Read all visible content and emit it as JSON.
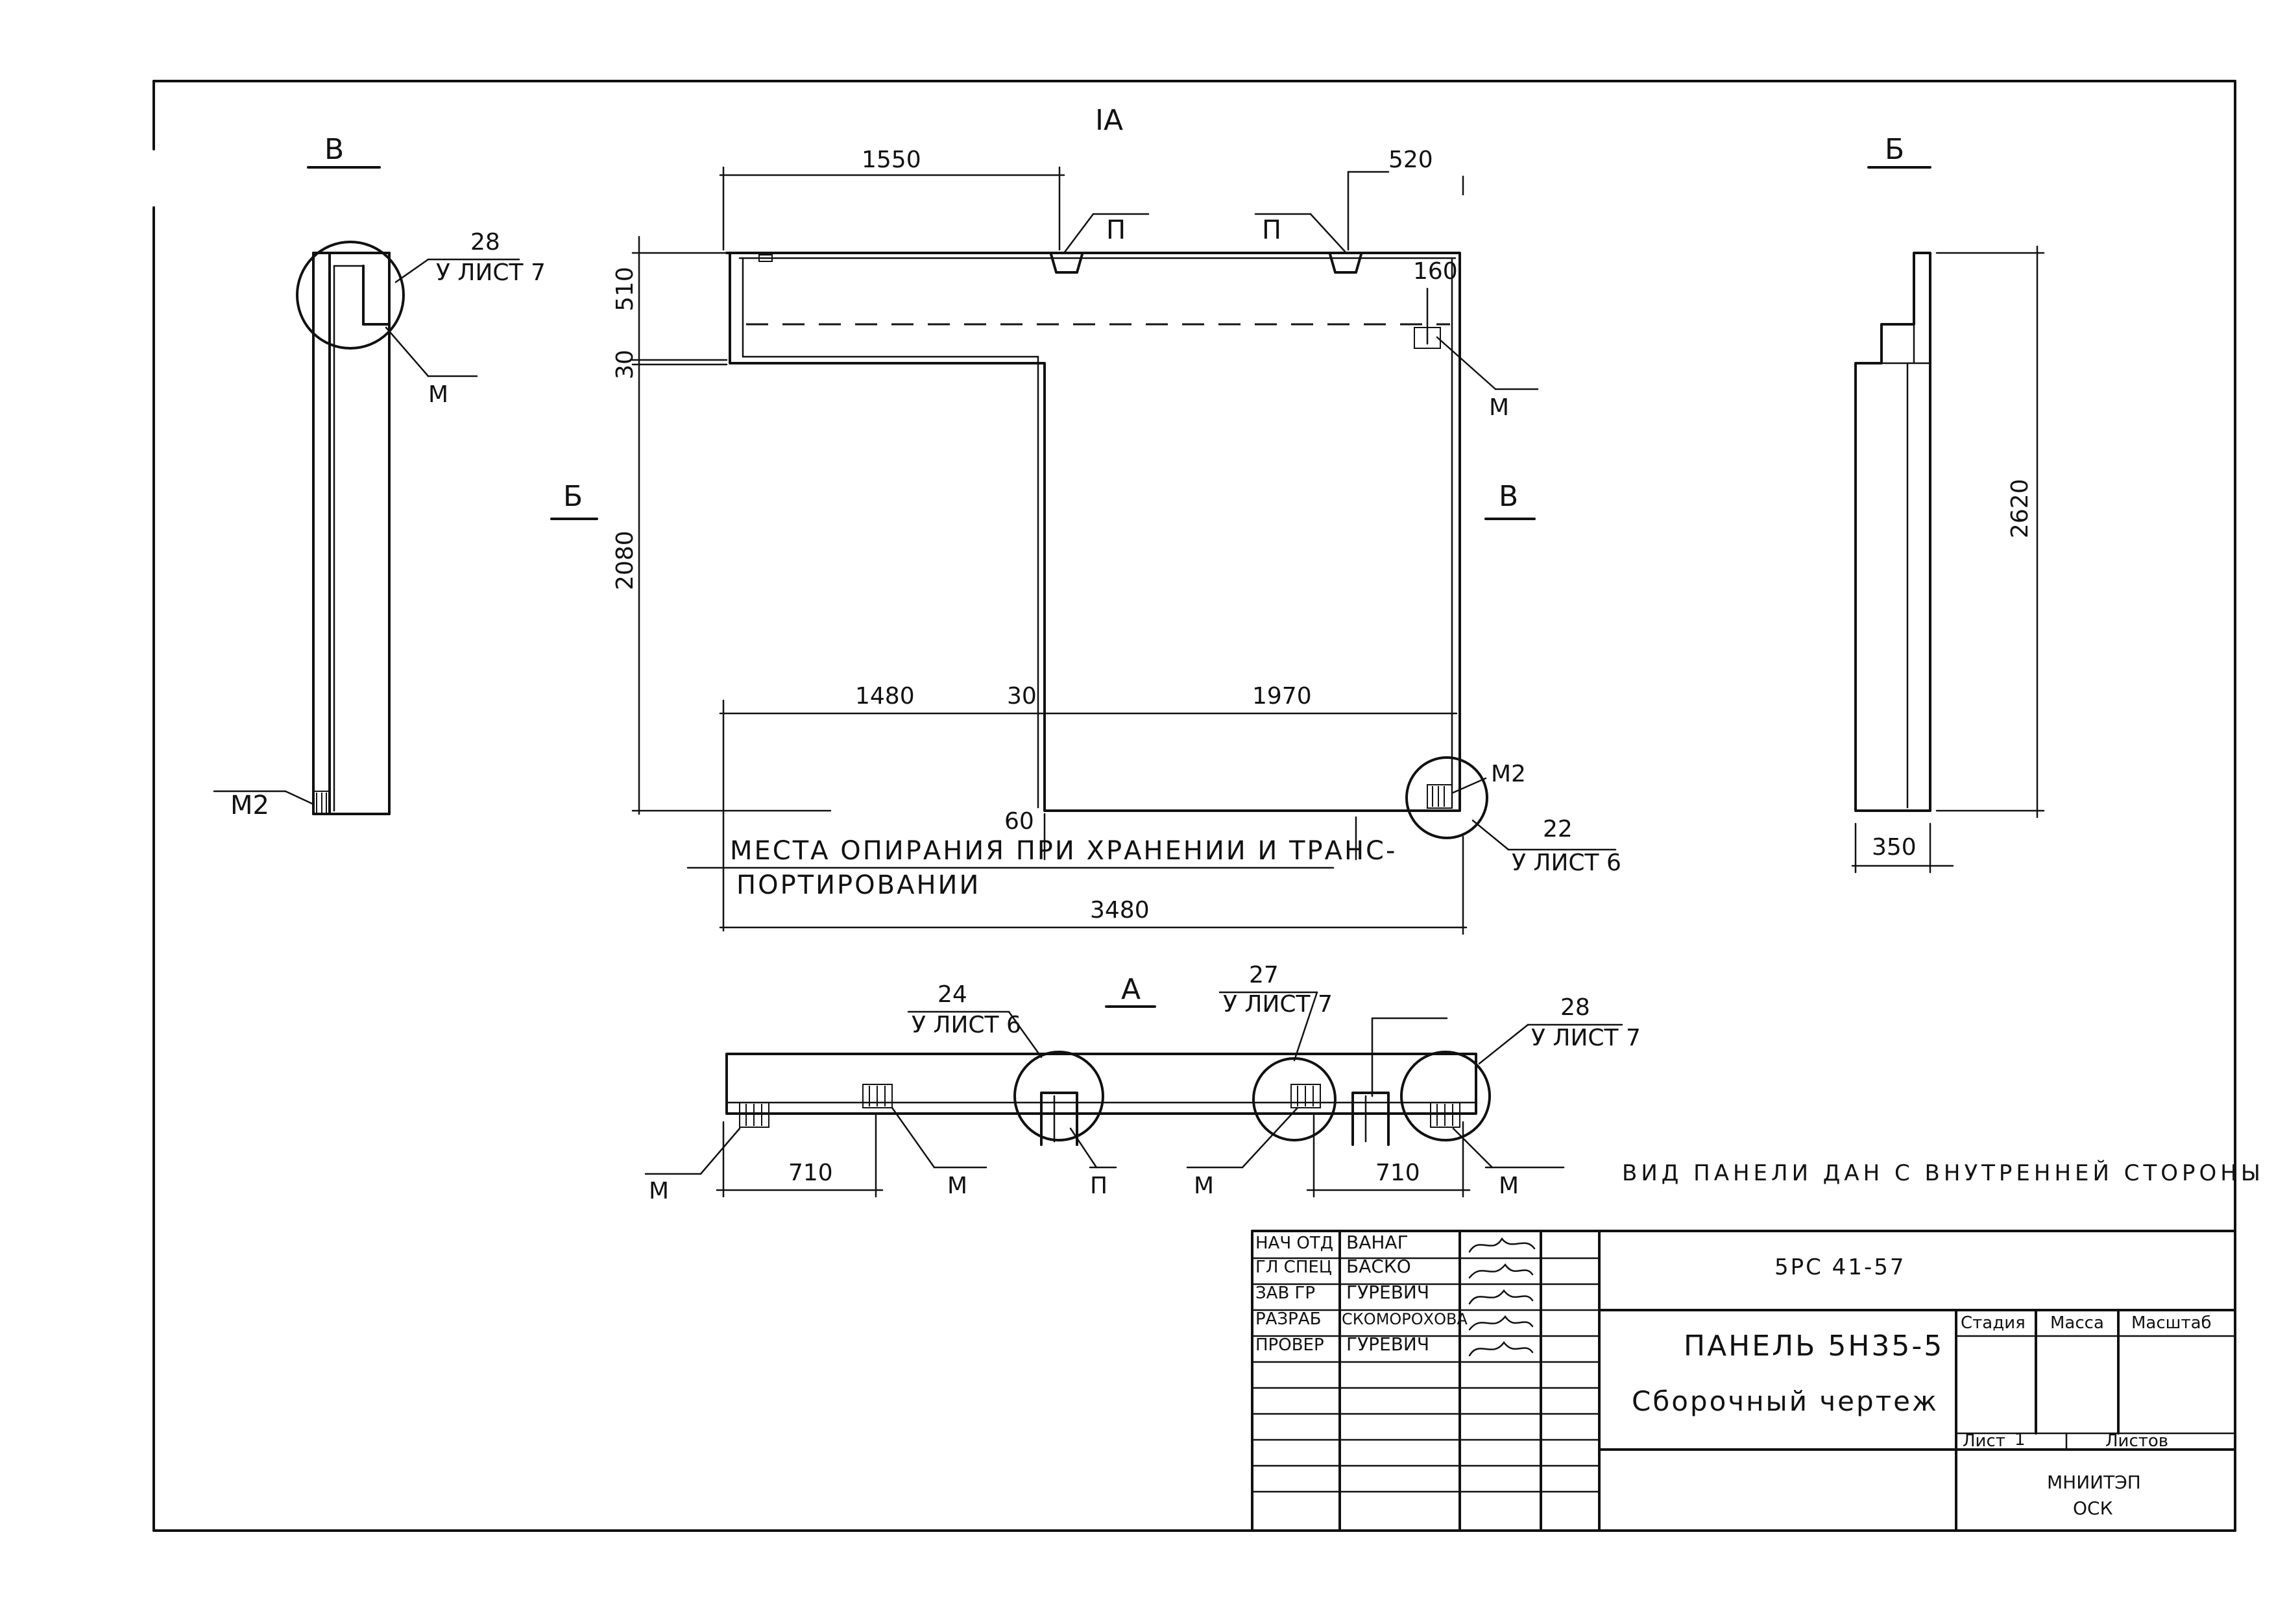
{
  "views": {
    "section_v": {
      "title": "В",
      "callout_num": "28",
      "callout_sheet": "У ЛИСТ 7",
      "mark_m": "М",
      "mark_m2": "М2"
    },
    "main": {
      "label_a": "IА",
      "dim_top_1550": "1550",
      "dim_top_520": "520",
      "label_p1": "П",
      "label_p2": "П",
      "dim_510": "510",
      "dim_30_left": "30",
      "dim_2080": "2080",
      "dim_160": "160",
      "mark_m_right": "М",
      "section_b_label": "Б",
      "section_v_label": "В",
      "dim_1480": "1480",
      "dim_30_mid": "30",
      "dim_1970": "1970",
      "mark_m2": "М2",
      "callout_num": "22",
      "callout_sheet": "У ЛИСТ 6",
      "dim_60": "60",
      "note_line1": "МЕСТА ОПИРАНИЯ ПРИ ХРАНЕНИИ И ТРАНС-",
      "note_line2": "ПОРТИРОВАНИИ",
      "dim_3480": "3480"
    },
    "section_b": {
      "title": "Б",
      "dim_2620": "2620",
      "dim_350": "350"
    },
    "view_a": {
      "title": "А",
      "callout1_num": "24",
      "callout1_sheet": "У ЛИСТ 6",
      "callout2_num": "27",
      "callout2_sheet": "У ЛИСТ 7",
      "callout3_num": "28",
      "callout3_sheet": "У ЛИСТ 7",
      "m1": "М",
      "m2": "М",
      "p": "П",
      "m3": "М",
      "m4": "М",
      "dim_710_left": "710",
      "dim_710_right": "710"
    },
    "note_view": "ВИД ПАНЕЛИ ДАН С ВНУТРЕННЕЙ СТОРОНЫ"
  },
  "title_block": {
    "roles": [
      "НАЧ ОТД",
      "ГЛ СПЕЦ",
      "ЗАВ ГР",
      "РАЗРАБ",
      "ПРОВЕР"
    ],
    "names": [
      "ВАНАГ",
      "БАСКО",
      "ГУРЕВИЧ",
      "СКОМОРОХОВА",
      "ГУРЕВИЧ"
    ],
    "code": "5РС 41-57",
    "title_line1": "ПАНЕЛЬ 5Н35-5",
    "title_line2": "Сборочный чертеж",
    "stage_label": "Стадия",
    "mass_label": "Масса",
    "scale_label": "Масштаб",
    "sheet_label": "Лист",
    "sheet_num": "1",
    "sheets_label": "Листов",
    "org_line1": "МНИИТЭП",
    "org_line2": "ОСК"
  }
}
